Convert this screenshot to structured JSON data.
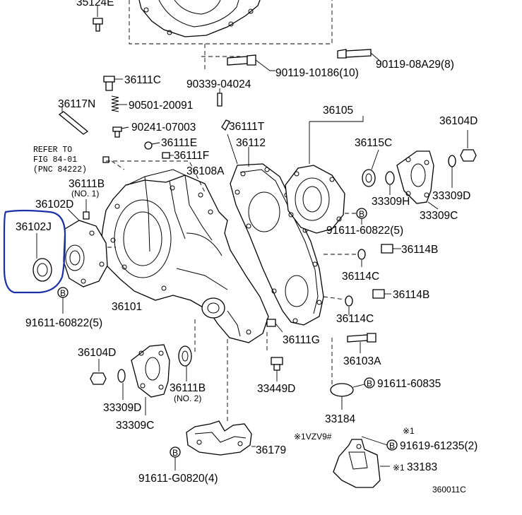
{
  "diagram": {
    "callouts": {
      "p35124E": "35124E",
      "p90119_08A29": "90119-08A29(8)",
      "p90119_10186": "90119-10186(10)",
      "p90339_04024": "90339-04024",
      "p36111C": "36111C",
      "p36117N": "36117N",
      "p90501_20091": "90501-20091",
      "p90241_07003": "90241-07003",
      "p36111T": "36111T",
      "p36105": "36105",
      "p36104D_top": "36104D",
      "p36111E": "36111E",
      "p36112": "36112",
      "p36115C": "36115C",
      "p36111F": "36111F",
      "p36108A": "36108A",
      "p36111B_top": "36111B",
      "p36111B_top_sub": "(NO. 1)",
      "p33309H": "33309H",
      "p33309D_top": "33309D",
      "p33309C_top": "33309C",
      "p36102D": "36102D",
      "p36102J": "36102J",
      "p91611_60822_right": "91611-60822(5)",
      "p36114B_a": "36114B",
      "p36114C_a": "36114C",
      "p36114B_b": "36114B",
      "p36101": "36101",
      "p36114C_b": "36114C",
      "p91611_60822_left": "91611-60822(5)",
      "p36111G": "36111G",
      "p36104D_bottom": "36104D",
      "p36103A": "36103A",
      "p36111B_bottom": "36111B",
      "p36111B_bottom_sub": "(NO. 2)",
      "p33449D": "33449D",
      "p91611_60835": "91611-60835",
      "p33309D_bottom": "33309D",
      "p33309C_bottom": "33309C",
      "p33184": "33184",
      "p36179": "36179",
      "p91619_61235": "91619-61235(2)",
      "p33183": "33183",
      "p91611_G0820": "91611-G0820(4)",
      "note_1vzv9": "※1VZV9#",
      "note_star1_a": "※1",
      "note_star1_b": "※1",
      "refer_line1": "REFER TO",
      "refer_line2": "FIG 84-01",
      "refer_line3": "(PNC 84222)",
      "bolt_marker": "B",
      "figure_code": "360011C"
    },
    "highlight_color": "#1a2fa8"
  }
}
